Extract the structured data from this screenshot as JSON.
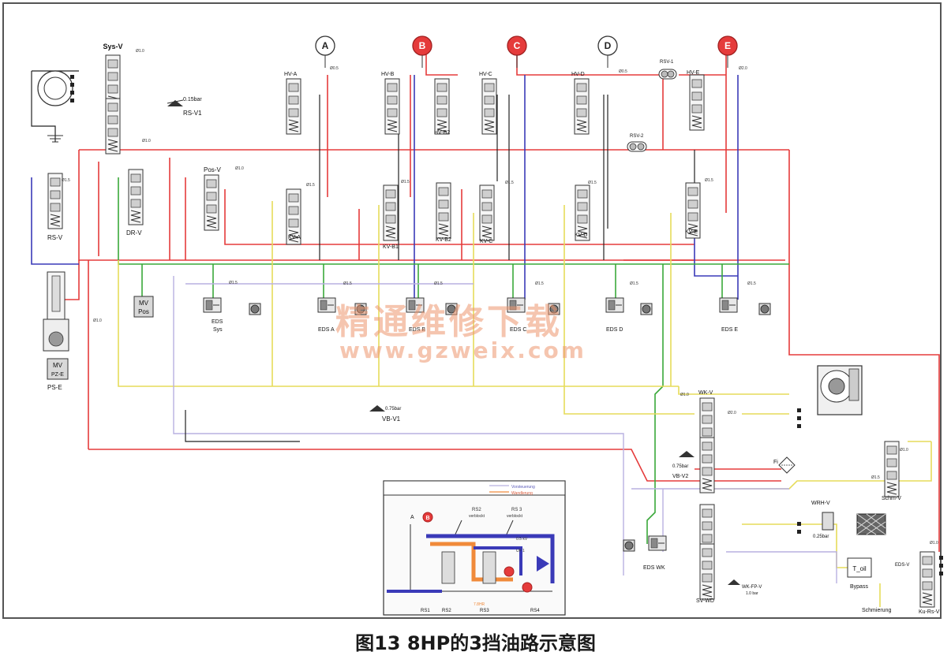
{
  "caption": "图13 8HP的3挡油路示意图",
  "watermark": {
    "cn": "精通维修下载",
    "url": "www.gzweix.com"
  },
  "colors": {
    "red": "#e53b3b",
    "blue": "#3a3ab8",
    "green": "#3aa83a",
    "yellow": "#e6dc5a",
    "orange": "#f08a3a",
    "lavender": "#b8b0e0",
    "black": "#222222"
  },
  "circles": [
    {
      "id": "A",
      "label": "A",
      "active": false
    },
    {
      "id": "B",
      "label": "B",
      "active": true
    },
    {
      "id": "C",
      "label": "C",
      "active": true
    },
    {
      "id": "D",
      "label": "D",
      "active": false
    },
    {
      "id": "E",
      "label": "E",
      "active": true
    }
  ],
  "valves": {
    "sys_v": "Sys-V",
    "rs_v1": "RS-V1",
    "rs_v1_val": "0.15bar",
    "rs_v": "RS-V",
    "dr_v": "DR-V",
    "pos_v": "Pos-V",
    "hv_a": "HV-A",
    "hv_b": "HV-B",
    "hv_b2": "HV-B2",
    "hv_c": "HV-C",
    "hv_d": "HV-D",
    "hv_e": "HV-E",
    "kv_a": "KV-A",
    "kv_b1": "KV-B1",
    "kv_b2": "KV-B2",
    "kv_c": "KV-C",
    "kv_d": "KV-D",
    "kv_e": "KV-E",
    "rsv_1": "RSV-1",
    "rsv_2": "RSV-2",
    "mv_pos": "MV Pos",
    "mv_pos_l1": "MV",
    "mv_pos_l2": "Pos",
    "eds_sys_l1": "EDS",
    "eds_sys_l2": "Sys",
    "eds_a": "EDS A",
    "eds_b": "EDS B",
    "eds_c": "EDS C",
    "eds_d": "EDS D",
    "eds_e": "EDS E",
    "ps_e": "PS-E",
    "mv_pze_l1": "MV",
    "mv_pze_l2": "PZ-E",
    "vb_v1": "VB-V1",
    "vb_v1_val": "0.75bar",
    "wk_v": "WK-V",
    "vb_v2": "VB-V2",
    "vb_v2_val": "0.75bar",
    "fi": "Fi",
    "schm_v": "Schm-V",
    "wrh_v": "WRH-V",
    "wrh_v_val": "0.25bar",
    "eds_wk": "EDS WK",
    "sv_wd": "SV-WD",
    "wk_fp_v": "WK-FP-V",
    "wk_fp_v_val": "1.0 bar",
    "t_oil": "T_oil",
    "bypass": "Bypass",
    "schmierung": "Schmierung",
    "eds_v": "EDS-V",
    "ku_rs_v": "Ku-Rs-V"
  },
  "orifices": [
    "Ø1.0",
    "Ø1.5",
    "Ø0.5",
    "Ø2.0"
  ],
  "inset": {
    "legend_line1": "Vorsteuerung",
    "legend_line2": "Wandlerung",
    "note_rs2": "RS2",
    "note_rs2_sub": "verblockt",
    "note_rs3": "RS 3",
    "note_rs3_sub": "verblockt",
    "label_a": "A",
    "label_b": "B",
    "label_tag1": "0.5 kV",
    "label_tag2": "UF 1",
    "bottom_labels": [
      "RS1",
      "RS2",
      "RS3",
      "RS4"
    ],
    "mid_label": "7.8HR"
  }
}
